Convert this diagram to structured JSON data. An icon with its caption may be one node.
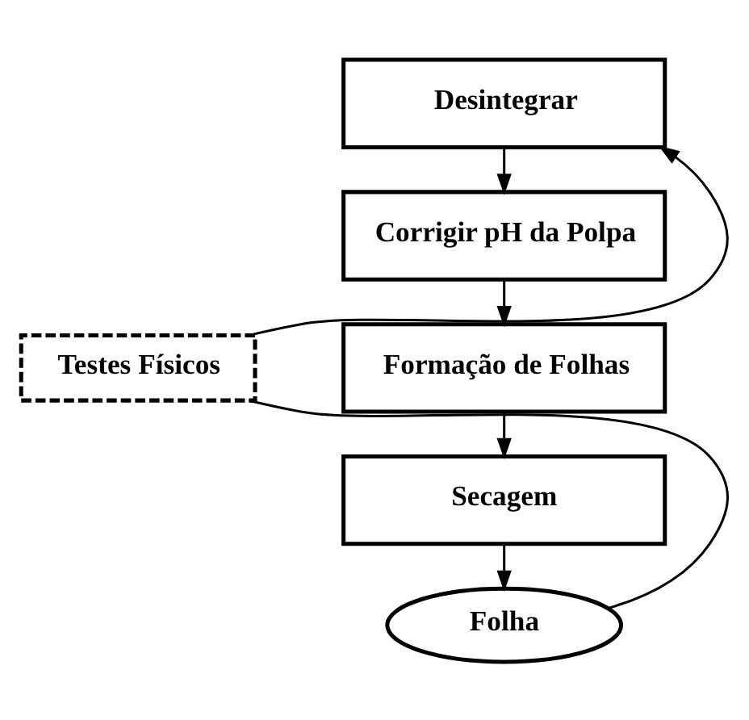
{
  "diagram": {
    "nodes": [
      {
        "text": [
          "Desintegrar"
        ]
      },
      {
        "text": [
          "Corrigir pH da Polpa"
        ]
      },
      {
        "text": [
          "Formação de Folhas"
        ]
      },
      {
        "text": [
          "Secagem"
        ]
      },
      {
        "text": [
          "Folha"
        ]
      },
      {
        "text": [
          "Testes Físicos"
        ]
      }
    ],
    "edges": [
      {
        "from": 0,
        "to": 1,
        "arrow": "to"
      },
      {
        "from": 1,
        "to": 2,
        "arrow": "to"
      },
      {
        "from": 2,
        "to": 3,
        "arrow": "to"
      },
      {
        "from": 3,
        "to": 4,
        "arrow": "to"
      },
      {
        "from": 4,
        "to": 5,
        "arrow": "none"
      },
      {
        "from": 5,
        "to": 0,
        "arrow": "to"
      }
    ]
  }
}
